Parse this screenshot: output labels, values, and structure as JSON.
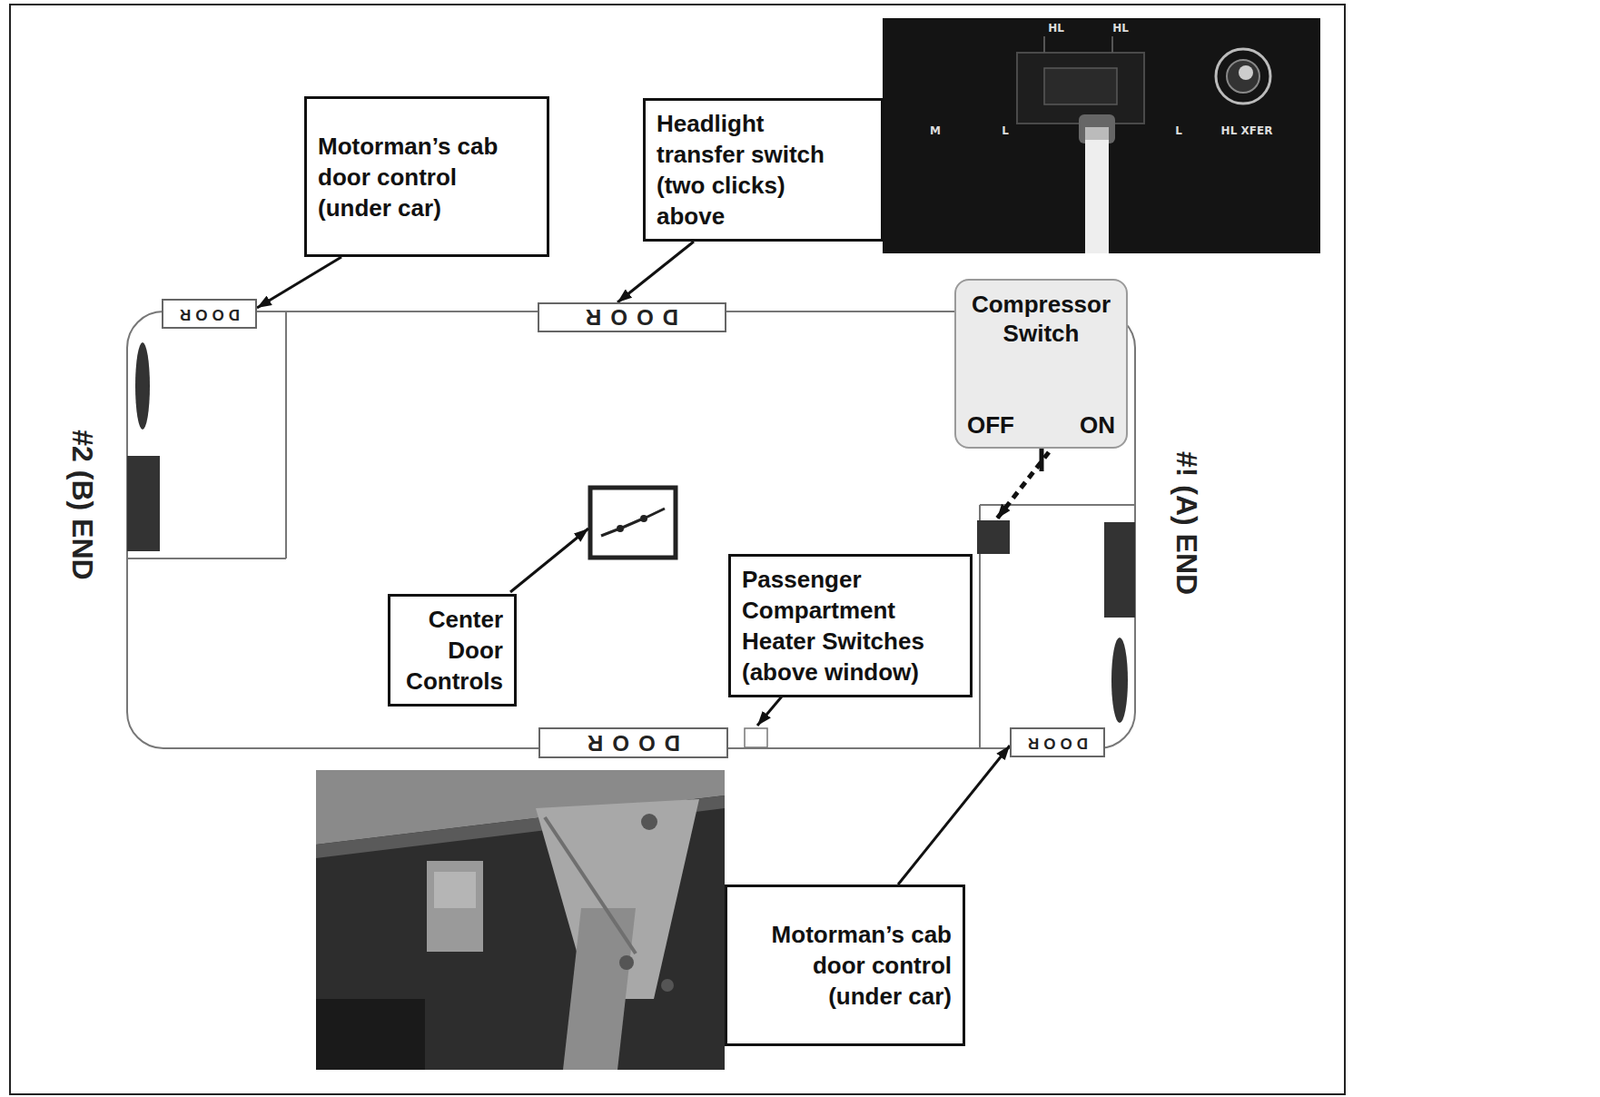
{
  "diagram": {
    "nodes": [
      {
        "text": [
          "Motorman’s cab door control (under car)"
        ]
      },
      {
        "text": [
          "Headlight transfer switch (two clicks) above"
        ]
      },
      {
        "text": [
          "Compressor Switch",
          "OFF",
          "ON"
        ]
      },
      {
        "text": [
          "DOOR"
        ]
      },
      {
        "text": [
          "DOOR"
        ]
      },
      {
        "text": [
          "Center Door Controls"
        ]
      },
      {
        "text": [
          "Passenger Compartment Heater Switches (above window)"
        ]
      },
      {
        "text": [
          "DOOR"
        ]
      },
      {
        "text": [
          "DOOR"
        ]
      },
      {
        "text": [
          "Motorman’s cab door control (under car)"
        ]
      }
    ],
    "edges": [
      {
        "from": 0,
        "to": 3,
        "arrow": "to"
      },
      {
        "from": 1,
        "to": 4,
        "arrow": "to"
      },
      {
        "from": 9,
        "to": 8,
        "arrow": "to"
      }
    ],
    "labels": [
      "HL",
      "HL",
      "M",
      "L",
      "L",
      "HL XFER",
      "#2 (B) END",
      "#! (A) END"
    ]
  }
}
